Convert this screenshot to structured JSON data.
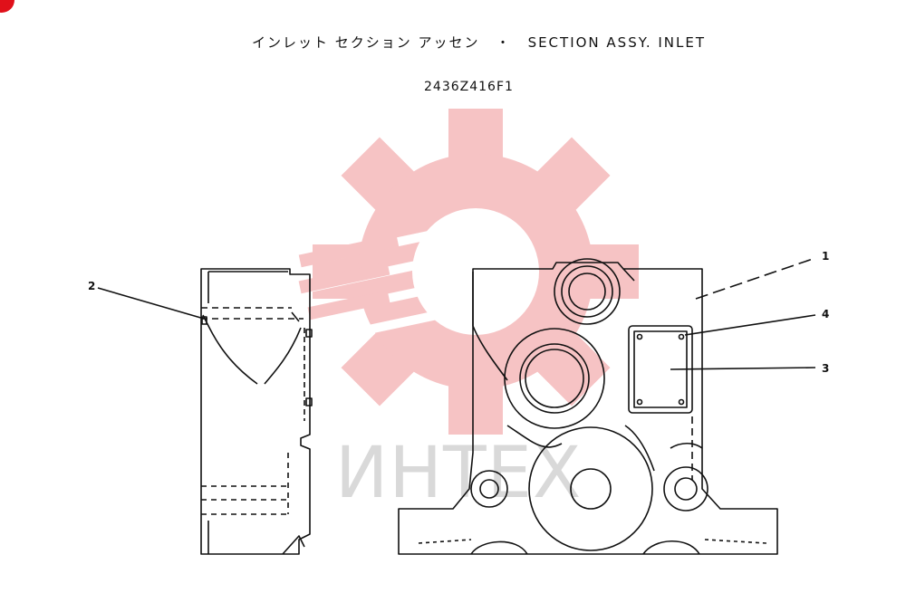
{
  "title": {
    "japanese": "インレット セクション アッセン",
    "separator": "・",
    "english": "SECTION ASSY. INLET"
  },
  "part_number": "2436Z416F1",
  "callouts": {
    "c1": "1",
    "c2": "2",
    "c3": "3",
    "c4": "4"
  },
  "watermark": {
    "text": "ИНТЕХ",
    "gear_color": "#f6c3c4",
    "text_color": "#d9d9d9"
  },
  "colors": {
    "line": "#111111",
    "background": "#ffffff"
  }
}
